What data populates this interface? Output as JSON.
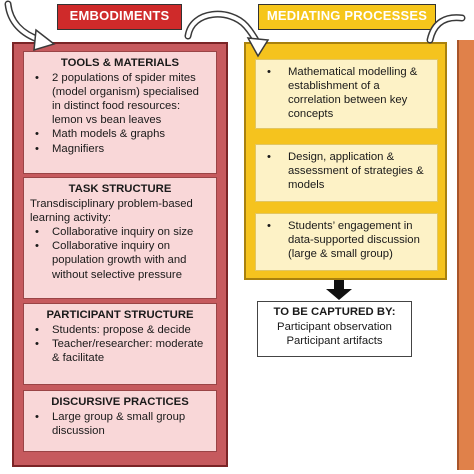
{
  "headers": {
    "embodiments": "EMBODIMENTS",
    "mediating": "MEDIATING PROCESSES"
  },
  "embodiments": {
    "tools": {
      "title": "TOOLS & MATERIALS",
      "items": [
        "2 populations of spider mites (model organism) specialised in distinct food resources: lemon vs bean leaves",
        "Math models & graphs",
        "Magnifiers"
      ]
    },
    "task": {
      "title": "TASK STRUCTURE",
      "intro": "Transdisciplinary problem-based learning activity:",
      "items": [
        "Collaborative inquiry on size",
        "Collaborative inquiry on population growth with and without selective pressure"
      ]
    },
    "participant": {
      "title": "PARTICIPANT STRUCTURE",
      "items": [
        "Students: propose & decide",
        "Teacher/researcher: moderate & facilitate"
      ]
    },
    "discursive": {
      "title": "DISCURSIVE PRACTICES",
      "items": [
        "Large group & small group discussion"
      ]
    }
  },
  "mediating": {
    "items": [
      "Mathematical modelling & establishment of a correlation between key concepts",
      "Design, application & assessment of strategies & models",
      "Students’ engagement in data-supported discussion (large & small group)"
    ]
  },
  "capture": {
    "title": "TO BE CAPTURED BY:",
    "lines": [
      "Participant observation",
      "Participant artifacts"
    ]
  },
  "colors": {
    "embodiments_header": "#cf2a2a",
    "embodiments_panel": "#c65a5e",
    "embodiments_box": "#f9d7d8",
    "mediating_header": "#f6c61b",
    "mediating_panel": "#f5c31e",
    "mediating_box": "#fdf2c6",
    "outcomes_panel": "#e0814a"
  }
}
